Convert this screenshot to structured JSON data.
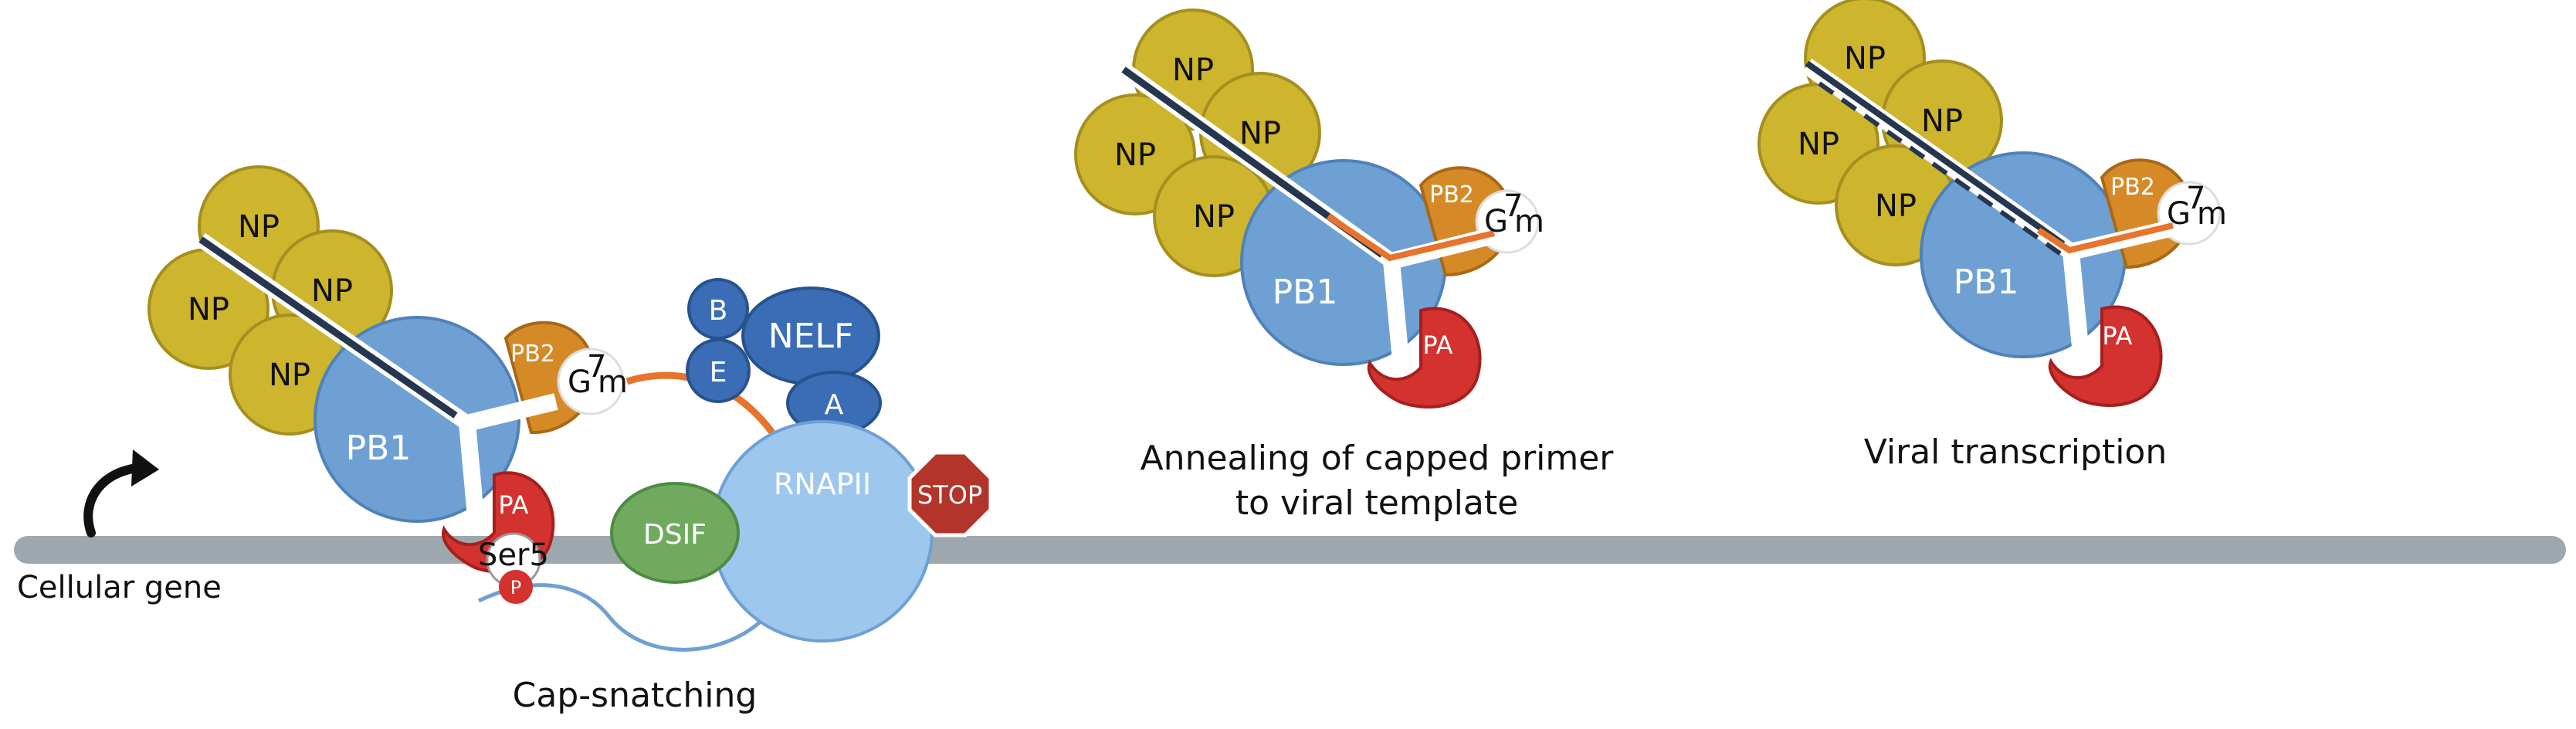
{
  "labels": {
    "np": "NP",
    "pb1": "PB1",
    "pb2": "PB2",
    "pa": "PA",
    "g": "G",
    "seven": "7",
    "m": "m",
    "nelf": "NELF",
    "b": "B",
    "e": "E",
    "a": "A",
    "dsif": "DSIF",
    "rnapii": "RNAPII",
    "stop": "STOP",
    "ser5": "Ser5",
    "p": "P",
    "cellular_gene": "Cellular gene"
  },
  "captions": {
    "cap_snatching": "Cap-snatching",
    "annealing_line1": "Annealing of capped primer",
    "annealing_line2": "to viral template",
    "viral_transcription": "Viral transcription"
  },
  "colors": {
    "np": "#CDB52E",
    "pb1": "#6FA0D3",
    "pb2": "#D68A27",
    "pa": "#D3322F",
    "nelf": "#3A6DB5",
    "dsif": "#6FAA5E",
    "rnapii": "#9EC7EE",
    "stop": "#B3342A",
    "dna": "#9FA7AE",
    "orange": "#E8732C",
    "strand": "#26364F",
    "mrna": "#6FA0D3"
  }
}
